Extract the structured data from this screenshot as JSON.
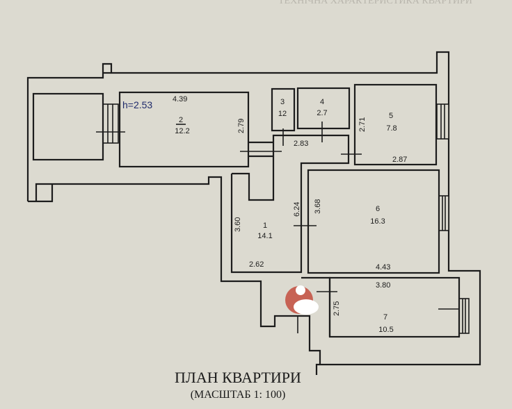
{
  "header_faded": "ТЕХНІЧНА ХАРАКТЕРИСТИКА КВАРТИРИ",
  "ceiling_height": "h=2.53",
  "title": "ПЛАН КВАРТИРИ",
  "scale": "(МАСШТАБ 1: 100)",
  "rooms": [
    {
      "num": "1",
      "area": "14.1"
    },
    {
      "num": "2",
      "area": "12.2"
    },
    {
      "num": "3",
      "area": "12"
    },
    {
      "num": "4",
      "area": "2.7"
    },
    {
      "num": "5",
      "area": "7.8"
    },
    {
      "num": "6",
      "area": "16.3"
    },
    {
      "num": "7",
      "area": "10.5"
    }
  ],
  "dimensions": {
    "room2_width": "4.39",
    "room2_depth": "2.79",
    "room5_depth": "2.71",
    "room5_width": "2.87",
    "corridor_width": "2.83",
    "room1_depth": "3.60",
    "room1_width": "2.62",
    "room1_total": "6.24",
    "room6_depth": "3.68",
    "room6_width": "4.43",
    "room7_width": "3.80",
    "room7_depth": "2.75"
  },
  "colors": {
    "paper": "#dcdad0",
    "ink": "#1c1c1c",
    "handwriting": "#1f2a6b",
    "marker": "#c0392b"
  }
}
